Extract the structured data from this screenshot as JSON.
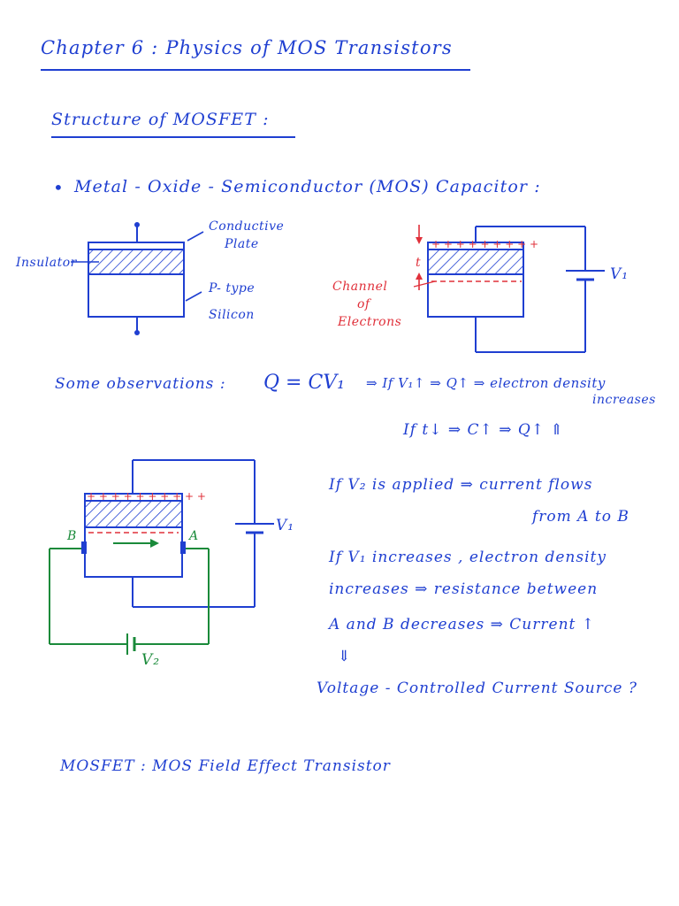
{
  "chapter_title": "Chapter 6 : Physics of MOS Transistors",
  "section_title": "Structure of MOSFET :",
  "bullet_text": "Metal - Oxide - Semiconductor (MOS) Capacitor :",
  "fig1": {
    "conductive_plate_label_1": "Conductive",
    "conductive_plate_label_2": "Plate",
    "insulator_label": "Insulator",
    "ptype_label_1": "P- type",
    "ptype_label_2": "Silicon"
  },
  "fig2": {
    "t_label": "t",
    "channel_label_1": "Channel",
    "channel_label_2": "of",
    "channel_label_3": "Electrons",
    "v1_label": "V₁"
  },
  "observations": {
    "intro": "Some observations :",
    "equation": "Q = CV₁",
    "line1": "⇒ If V₁↑ ⇒ Q↑ ⇒ electron density",
    "line1_cont": "increases",
    "line2": "If t↓ ⇒ C↑ ⇒ Q↑ ⇑"
  },
  "fig3": {
    "label_b": "B",
    "label_a": "A",
    "v1_label": "V₁",
    "v2_label": "V₂"
  },
  "notes": {
    "line1": "If V₂ is applied ⇒ current flows",
    "line2": "from A to B",
    "line3": "If V₁ increases , electron density",
    "line4": "increases ⇒ resistance between",
    "line5": "A and B decreases ⇒ Current ↑",
    "arrow": "⇓",
    "line6": "Voltage - Controlled Current Source ?"
  },
  "footer": "MOSFET : MOS Field Effect Transistor",
  "colors": {
    "ink_blue": "#1f3fd1",
    "ink_red": "#e0303a",
    "ink_green": "#1a8a3a"
  }
}
